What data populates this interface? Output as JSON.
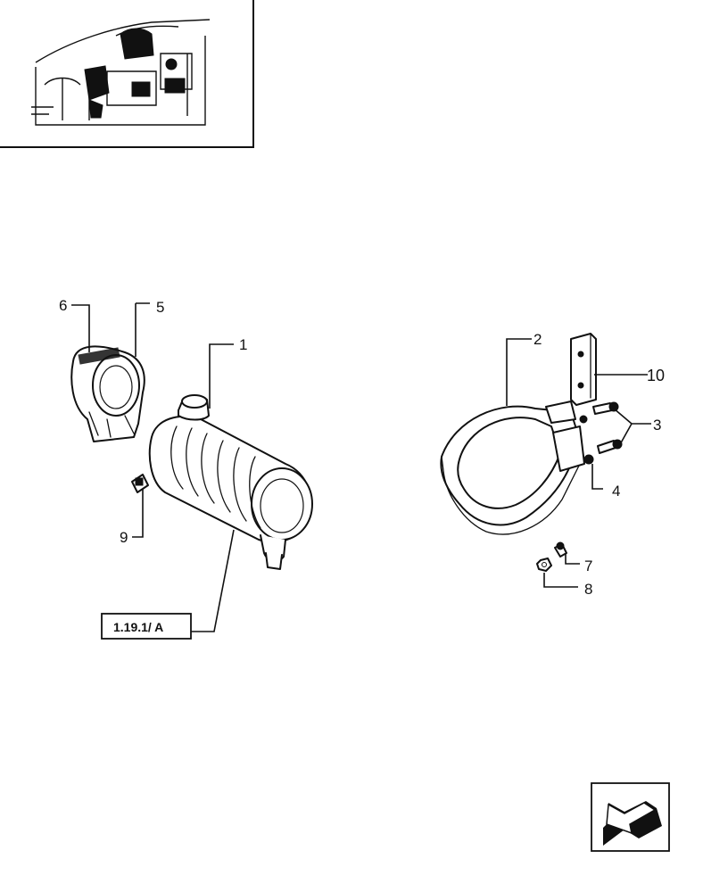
{
  "diagram": {
    "reference_label": "1.19.1/ A",
    "callouts": [
      {
        "id": "1",
        "label": "1"
      },
      {
        "id": "2",
        "label": "2"
      },
      {
        "id": "3",
        "label": "3"
      },
      {
        "id": "4",
        "label": "4"
      },
      {
        "id": "5",
        "label": "5"
      },
      {
        "id": "6",
        "label": "6"
      },
      {
        "id": "7",
        "label": "7"
      },
      {
        "id": "8",
        "label": "8"
      },
      {
        "id": "9",
        "label": "9"
      },
      {
        "id": "10",
        "label": "10"
      }
    ]
  },
  "icons": {
    "engine_thumbnail": "engine-thumbnail-icon",
    "next_page_arrow": "next-page-arrow-icon"
  }
}
